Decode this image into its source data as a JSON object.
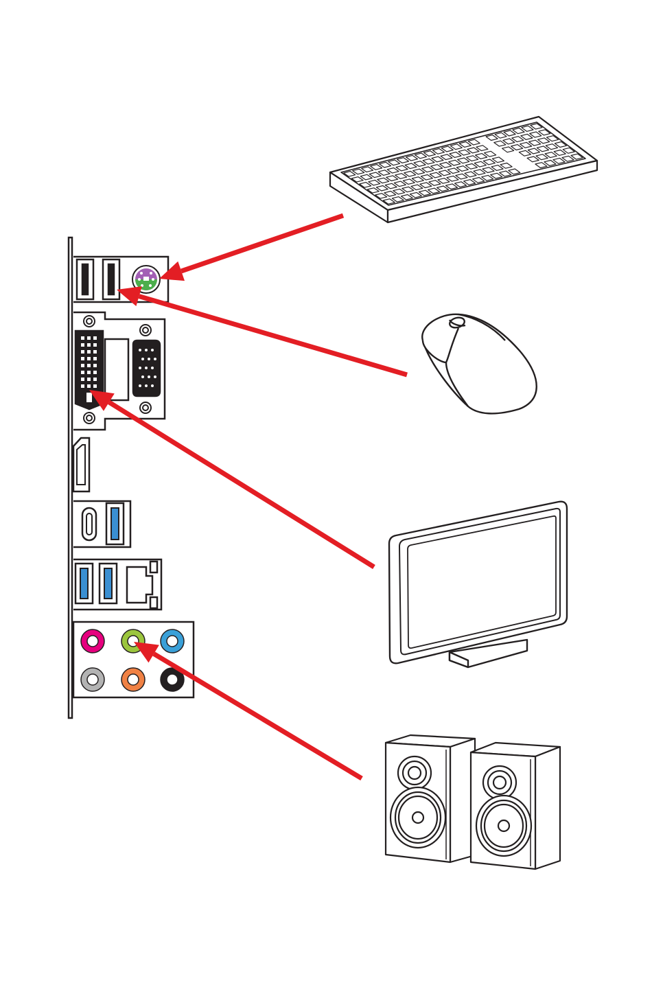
{
  "diagram": {
    "type": "rear-io-connection",
    "arrow_color": "#e31e24",
    "line_color": "#231f20",
    "devices": [
      {
        "name": "keyboard",
        "icon": "keyboard-icon",
        "connects_to": "ps2-port"
      },
      {
        "name": "mouse",
        "icon": "mouse-icon",
        "connects_to": "usb-port"
      },
      {
        "name": "monitor",
        "icon": "monitor-icon",
        "connects_to": "dvi-port"
      },
      {
        "name": "speakers",
        "icon": "speakers-icon",
        "connects_to": "line-out-jack"
      }
    ],
    "audio_jack_colors": {
      "pink": "#e6007e",
      "green": "#9bc53d",
      "blue": "#3aa0d8",
      "gray": "#b3b3b3",
      "orange": "#f08144",
      "black": "#231f20"
    },
    "usb3_color": "#3a8fd2",
    "ps2_colors": {
      "purple": "#a35fb5",
      "green": "#4cae4c"
    }
  }
}
